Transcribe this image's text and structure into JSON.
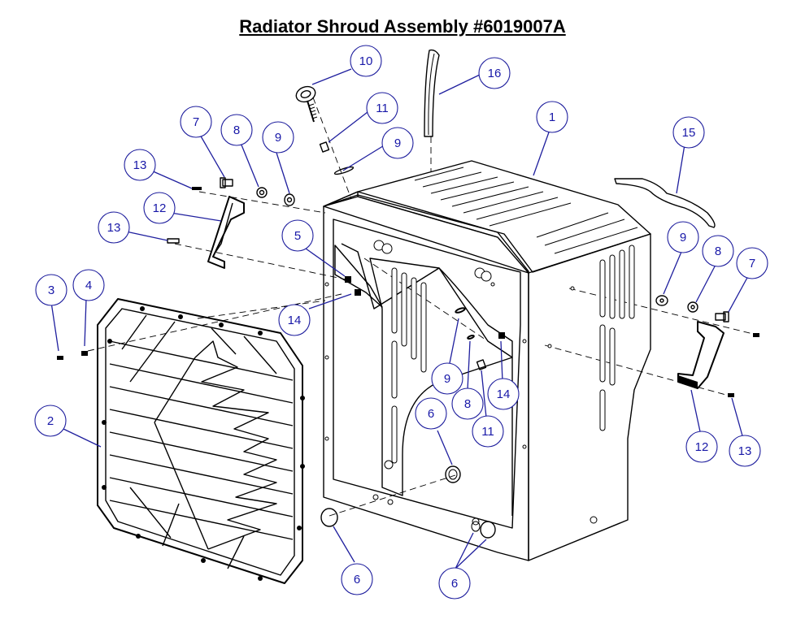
{
  "title": "Radiator Shroud Assembly #6019007A",
  "colors": {
    "callout": "#1818a8",
    "line": "#000000",
    "background": "#ffffff"
  },
  "callouts": [
    {
      "id": "c10",
      "label": "10"
    },
    {
      "id": "c16",
      "label": "16"
    },
    {
      "id": "c11a",
      "label": "11"
    },
    {
      "id": "c9a",
      "label": "9"
    },
    {
      "id": "c7a",
      "label": "7"
    },
    {
      "id": "c8a",
      "label": "8"
    },
    {
      "id": "c9b",
      "label": "9"
    },
    {
      "id": "c1",
      "label": "1"
    },
    {
      "id": "c15",
      "label": "15"
    },
    {
      "id": "c13a",
      "label": "13"
    },
    {
      "id": "c12a",
      "label": "12"
    },
    {
      "id": "c13b",
      "label": "13"
    },
    {
      "id": "c5",
      "label": "5"
    },
    {
      "id": "c9c",
      "label": "9"
    },
    {
      "id": "c8b",
      "label": "8"
    },
    {
      "id": "c7b",
      "label": "7"
    },
    {
      "id": "c3",
      "label": "3"
    },
    {
      "id": "c4",
      "label": "4"
    },
    {
      "id": "c14a",
      "label": "14"
    },
    {
      "id": "c2",
      "label": "2"
    },
    {
      "id": "c9d",
      "label": "9"
    },
    {
      "id": "c14b",
      "label": "14"
    },
    {
      "id": "c8c",
      "label": "8"
    },
    {
      "id": "c6a",
      "label": "6"
    },
    {
      "id": "c11b",
      "label": "11"
    },
    {
      "id": "c12b",
      "label": "12"
    },
    {
      "id": "c13c",
      "label": "13"
    },
    {
      "id": "c6b",
      "label": "6"
    },
    {
      "id": "c6c",
      "label": "6"
    }
  ]
}
